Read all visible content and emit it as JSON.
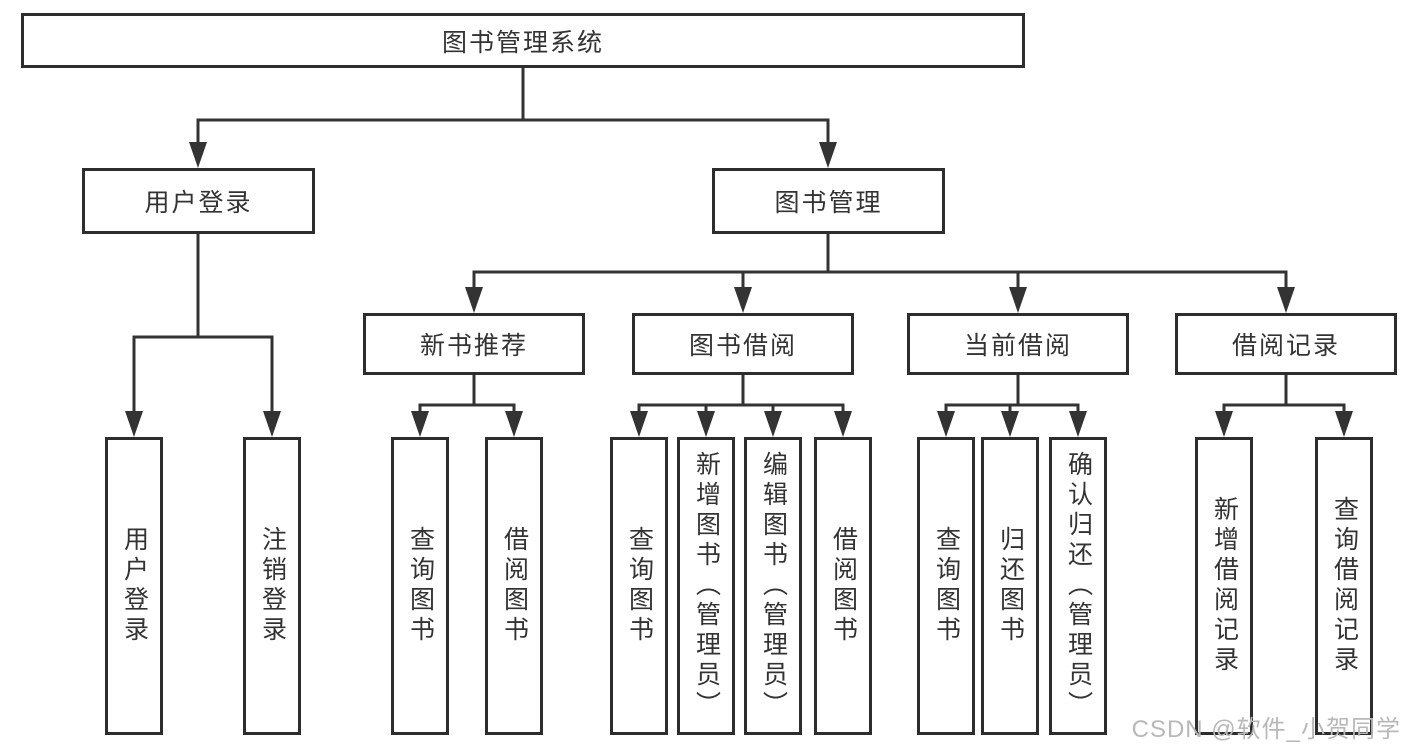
{
  "diagram": {
    "root_label": "图书管理系统",
    "branches": {
      "user_login": {
        "label": "用户登录",
        "children": [
          "用户登录",
          "注销登录"
        ]
      },
      "book_mgmt": {
        "label": "图书管理",
        "sections": [
          {
            "label": "新书推荐",
            "children": [
              "查询图书",
              "借阅图书"
            ]
          },
          {
            "label": "图书借阅",
            "children": [
              "查询图书",
              "新增图书（管理员）",
              "编辑图书（管理员）",
              "借阅图书"
            ]
          },
          {
            "label": "当前借阅",
            "children": [
              "查询图书",
              "归还图书",
              "确认归还（管理员）"
            ]
          },
          {
            "label": "借阅记录",
            "children": [
              "新增借阅记录",
              "查询借阅记录"
            ]
          }
        ]
      }
    }
  },
  "watermark": {
    "text": "CSDN @软件_小贺同学"
  },
  "colors": {
    "line": "#333333",
    "box_border": "#2d2d2d",
    "text": "#333333",
    "watermark": "#b8b8b8",
    "background": "#ffffff"
  }
}
